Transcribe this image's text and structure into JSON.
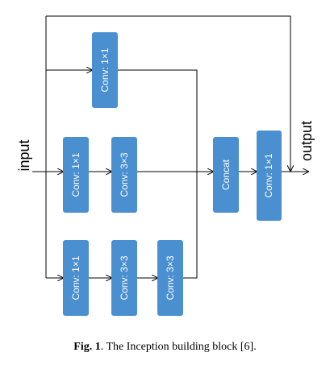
{
  "diagram": {
    "input_label": "input",
    "output_label": "output",
    "blocks": {
      "top_conv1x1": "Conv: 1×1",
      "mid_conv1x1": "Conv: 1×1",
      "mid_conv3x3": "Conv: 3×3",
      "bot_conv1x1": "Conv: 1×1",
      "bot_conv3x3_a": "Conv: 3×3",
      "bot_conv3x3_b": "Conv: 3×3",
      "concat": "Concat",
      "out_conv1x1": "Conv: 1×1"
    },
    "colors": {
      "block_fill": "#4a8fd0",
      "block_text": "#ffffff",
      "line": "#000000"
    }
  },
  "caption": {
    "figure_number": "Fig. 1",
    "text": ". The Inception building block [6]."
  }
}
